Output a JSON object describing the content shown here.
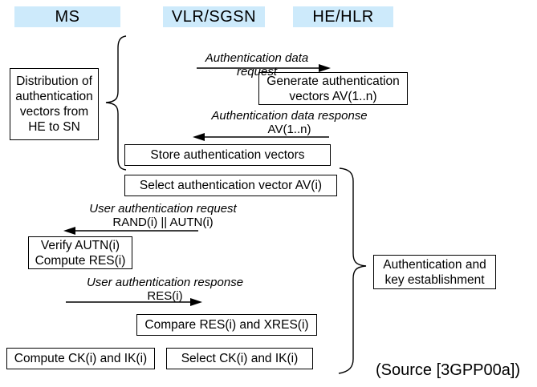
{
  "headers": [
    {
      "label": "MS"
    },
    {
      "label": "VLR/SGSN"
    },
    {
      "label": "HE/HLR"
    }
  ],
  "boxes": {
    "distribution": "Distribution of\nauthentication\nvectors from\nHE to SN",
    "generate": "Generate authentication\nvectors AV(1..n)",
    "store": "Store authentication vectors",
    "select_av": "Select authentication vector AV(i)",
    "verify": "Verify AUTN(i)\nCompute RES(i)",
    "compare": "Compare RES(i) and XRES(i)",
    "compute_ck": "Compute CK(i) and IK(i)",
    "select_ck": "Select CK(i) and IK(i)",
    "auth_key": "Authentication and\nkey establishment"
  },
  "messages": {
    "auth_data_request": {
      "title": "Authentication data request"
    },
    "auth_data_response": {
      "title": "Authentication data response",
      "param": "AV(1..n)"
    },
    "user_auth_request": {
      "title": "User authentication request",
      "param": "RAND(i) || AUTN(i)"
    },
    "user_auth_response": {
      "title": "User authentication response",
      "param": "RES(i)"
    }
  },
  "source_note": "(Source [3GPP00a])",
  "colors": {
    "header_fill": "#cdeafb",
    "line": "#000000"
  }
}
